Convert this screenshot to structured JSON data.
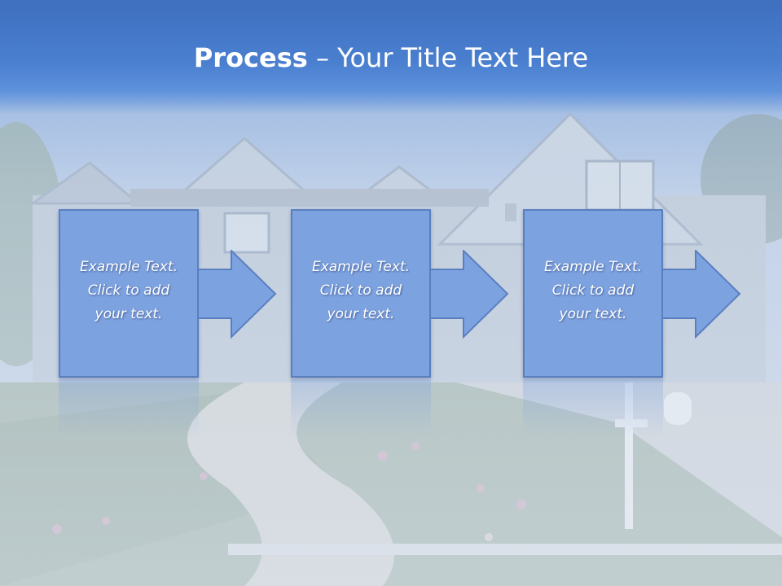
{
  "title": {
    "bold": "Process",
    "rest": " – Your Title Text Here"
  },
  "steps": [
    {
      "line1": "Example Text.",
      "line2": "Click  to add",
      "line3": "your text."
    },
    {
      "line1": "Example Text.",
      "line2": "Click  to add",
      "line3": "your text."
    },
    {
      "line1": "Example Text.",
      "line2": "Click  to add",
      "line3": "your text."
    }
  ],
  "colors": {
    "title_band": "#4a7fd0",
    "box_fill": "#7da2e0",
    "box_border": "#5a7fc0",
    "text": "#ffffff"
  },
  "background": "house-photo"
}
